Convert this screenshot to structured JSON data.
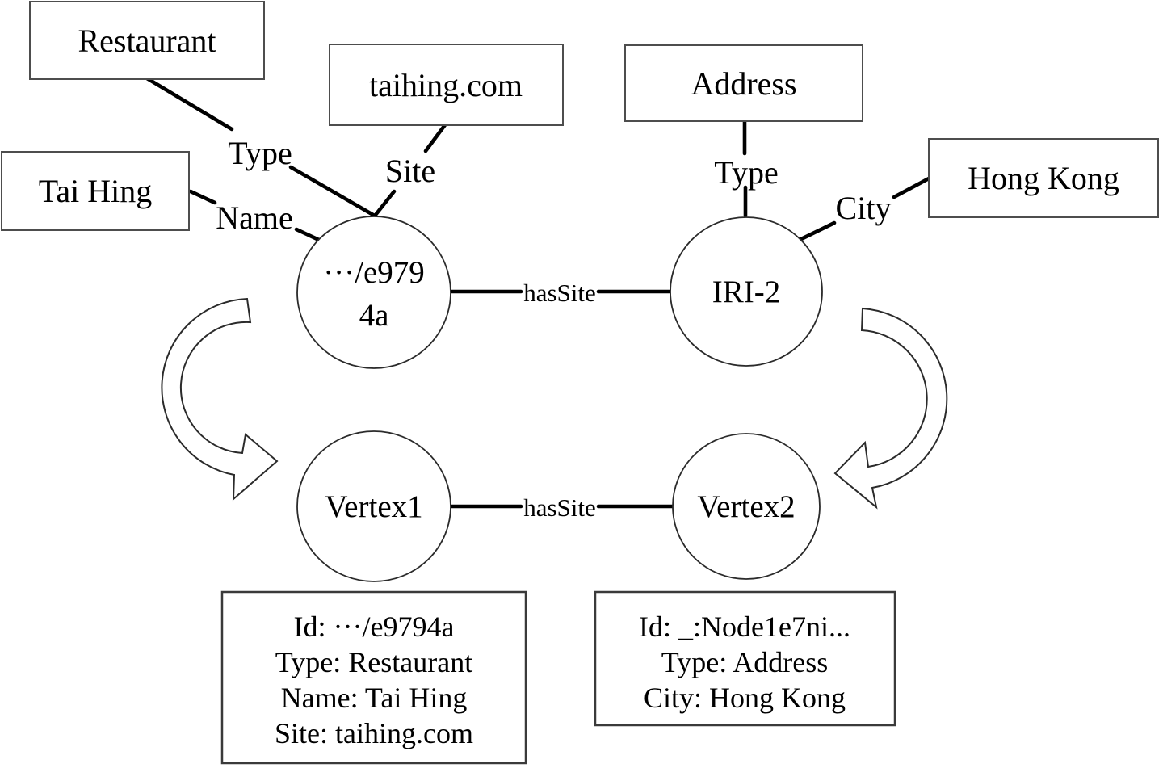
{
  "diagram": {
    "literals": {
      "restaurant": "Restaurant",
      "taihing": "taihing.com",
      "address": "Address",
      "tai_hing": "Tai Hing",
      "hong_kong": "Hong Kong"
    },
    "predicates": {
      "type_left": "Type",
      "site": "Site",
      "name": "Name",
      "type_right": "Type",
      "city": "City"
    },
    "edges": {
      "hassite_top": "hasSite",
      "hassite_bottom": "hasSite"
    },
    "rdf_nodes": {
      "node1_line1": "···/e979",
      "node1_line2": "4a",
      "node2": "IRI-2"
    },
    "vertices": {
      "vertex1": "Vertex1",
      "vertex2": "Vertex2"
    },
    "vertex1_properties": [
      "Id: ···/e9794a",
      "Type: Restaurant",
      "Name: Tai Hing",
      "Site: taihing.com"
    ],
    "vertex2_properties": [
      "Id: _:Node1e7ni...",
      "Type: Address",
      "City: Hong Kong"
    ],
    "colors": {
      "line": "#000000",
      "box_border": "#4d4d4d",
      "background": "#ffffff"
    }
  }
}
